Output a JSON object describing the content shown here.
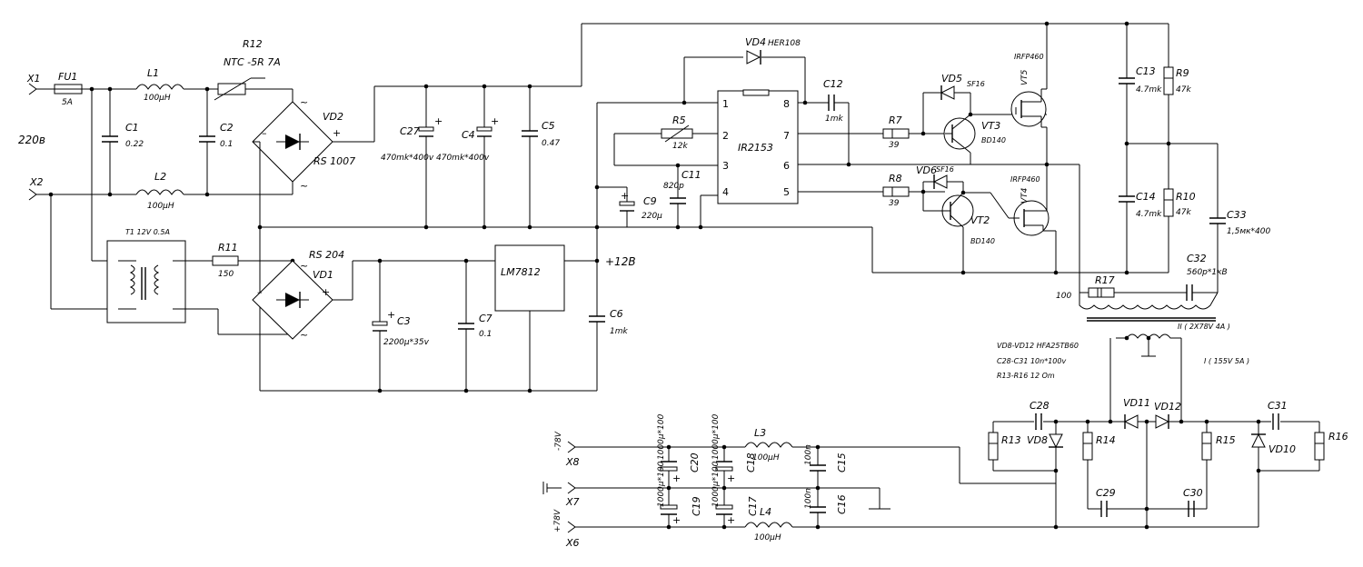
{
  "labels": {
    "x1": "X1",
    "x2": "X2",
    "mains": "220в",
    "fu1": "FU1",
    "fu1_v": "5A",
    "l1": "L1",
    "l1_v": "100μH",
    "l2": "L2",
    "l2_v": "100μH",
    "r12": "R12",
    "r12_v": "NTC -5R 7A",
    "c1": "C1",
    "c1_v": "0.22",
    "c2": "C2",
    "c2_v": "0.1",
    "vd2": "VD2",
    "vd2_v": "RS 1007",
    "c27": "C27",
    "c27_v": "470mk*400v",
    "c4": "C4",
    "c4_v": "470mk*400v",
    "c5": "C5",
    "c5_v": "0.47",
    "vd4": "VD4",
    "vd4_v": "HER108",
    "r5": "R5",
    "r5_v": "12k",
    "c11": "C11",
    "c11_v": "820p",
    "c9": "C9",
    "c9_v": "220μ",
    "ic": "IR2153",
    "p1": "1",
    "p2": "2",
    "p3": "3",
    "p4": "4",
    "p5": "5",
    "p6": "6",
    "p7": "7",
    "p8": "8",
    "c12": "C12",
    "c12_v": "1mk",
    "r7": "R7",
    "r7_v": "39",
    "r8": "R8",
    "r8_v": "39",
    "vd5": "VD5",
    "vd5_v": "SF16",
    "vd6": "VD6",
    "vd6_v": "SF16",
    "vt3": "VT3",
    "vt3_v": "BD140",
    "vt2": "VT2",
    "vt2_v": "BD140",
    "vt5": "VT5",
    "vt5_v": "IRFP460",
    "vt4": "VT4",
    "vt4_v": "IRFP460",
    "c13": "C13",
    "c13_v": "4.7mk",
    "r9": "R9",
    "r9_v": "47k",
    "c14": "C14",
    "c14_v": "4.7mk",
    "r10": "R10",
    "r10_v": "47k",
    "c33": "C33",
    "c33_v": "1,5мк*400",
    "c32": "C32",
    "c32_v": "560p*1кВ",
    "r17": "R17",
    "r17_v": "100",
    "winding2": "II ( 2X78V 4A )",
    "winding1": "I ( 155V 5A )",
    "t1": "T1 12V 0.5A",
    "r11": "R11",
    "r11_v": "150",
    "vd1": "VD1",
    "vd1_v": "RS 204",
    "c3": "C3",
    "c3_v": "2200μ*35v",
    "c7": "C7",
    "c7_v": "0.1",
    "reg": "LM7812",
    "plus12": "+12B",
    "c6": "C6",
    "c6_v": "1mk",
    "note1": "VD8-VD12   HFA25TB60",
    "note2": "C28-C31   10n*100v",
    "note3": "R13-R16 12 Om",
    "c28": "C28",
    "c31": "C31",
    "c29": "C29",
    "c30": "C30",
    "vd11": "VD11",
    "vd12": "VD12",
    "r13": "R13",
    "r14": "R14",
    "r15": "R15",
    "r16": "R16",
    "vd8": "VD8",
    "vd10": "VD10",
    "x8": "X8",
    "x8_v": "-78V",
    "x7": "X7",
    "x6": "X6",
    "x6_v": "+78V",
    "l3": "L3",
    "l3_v": "100μH",
    "l4": "L4",
    "l4_v": "100μH",
    "c20": "C20",
    "c20_v": "1000μ*100",
    "c18": "C18",
    "c18_v": "1000μ*100",
    "c19": "C19",
    "c19_v": "1000μ*100",
    "c17": "C17",
    "c17_v": "1000μ*100",
    "c15": "C15",
    "c15_v": "100n",
    "c16": "C16",
    "c16_v": "100n"
  }
}
